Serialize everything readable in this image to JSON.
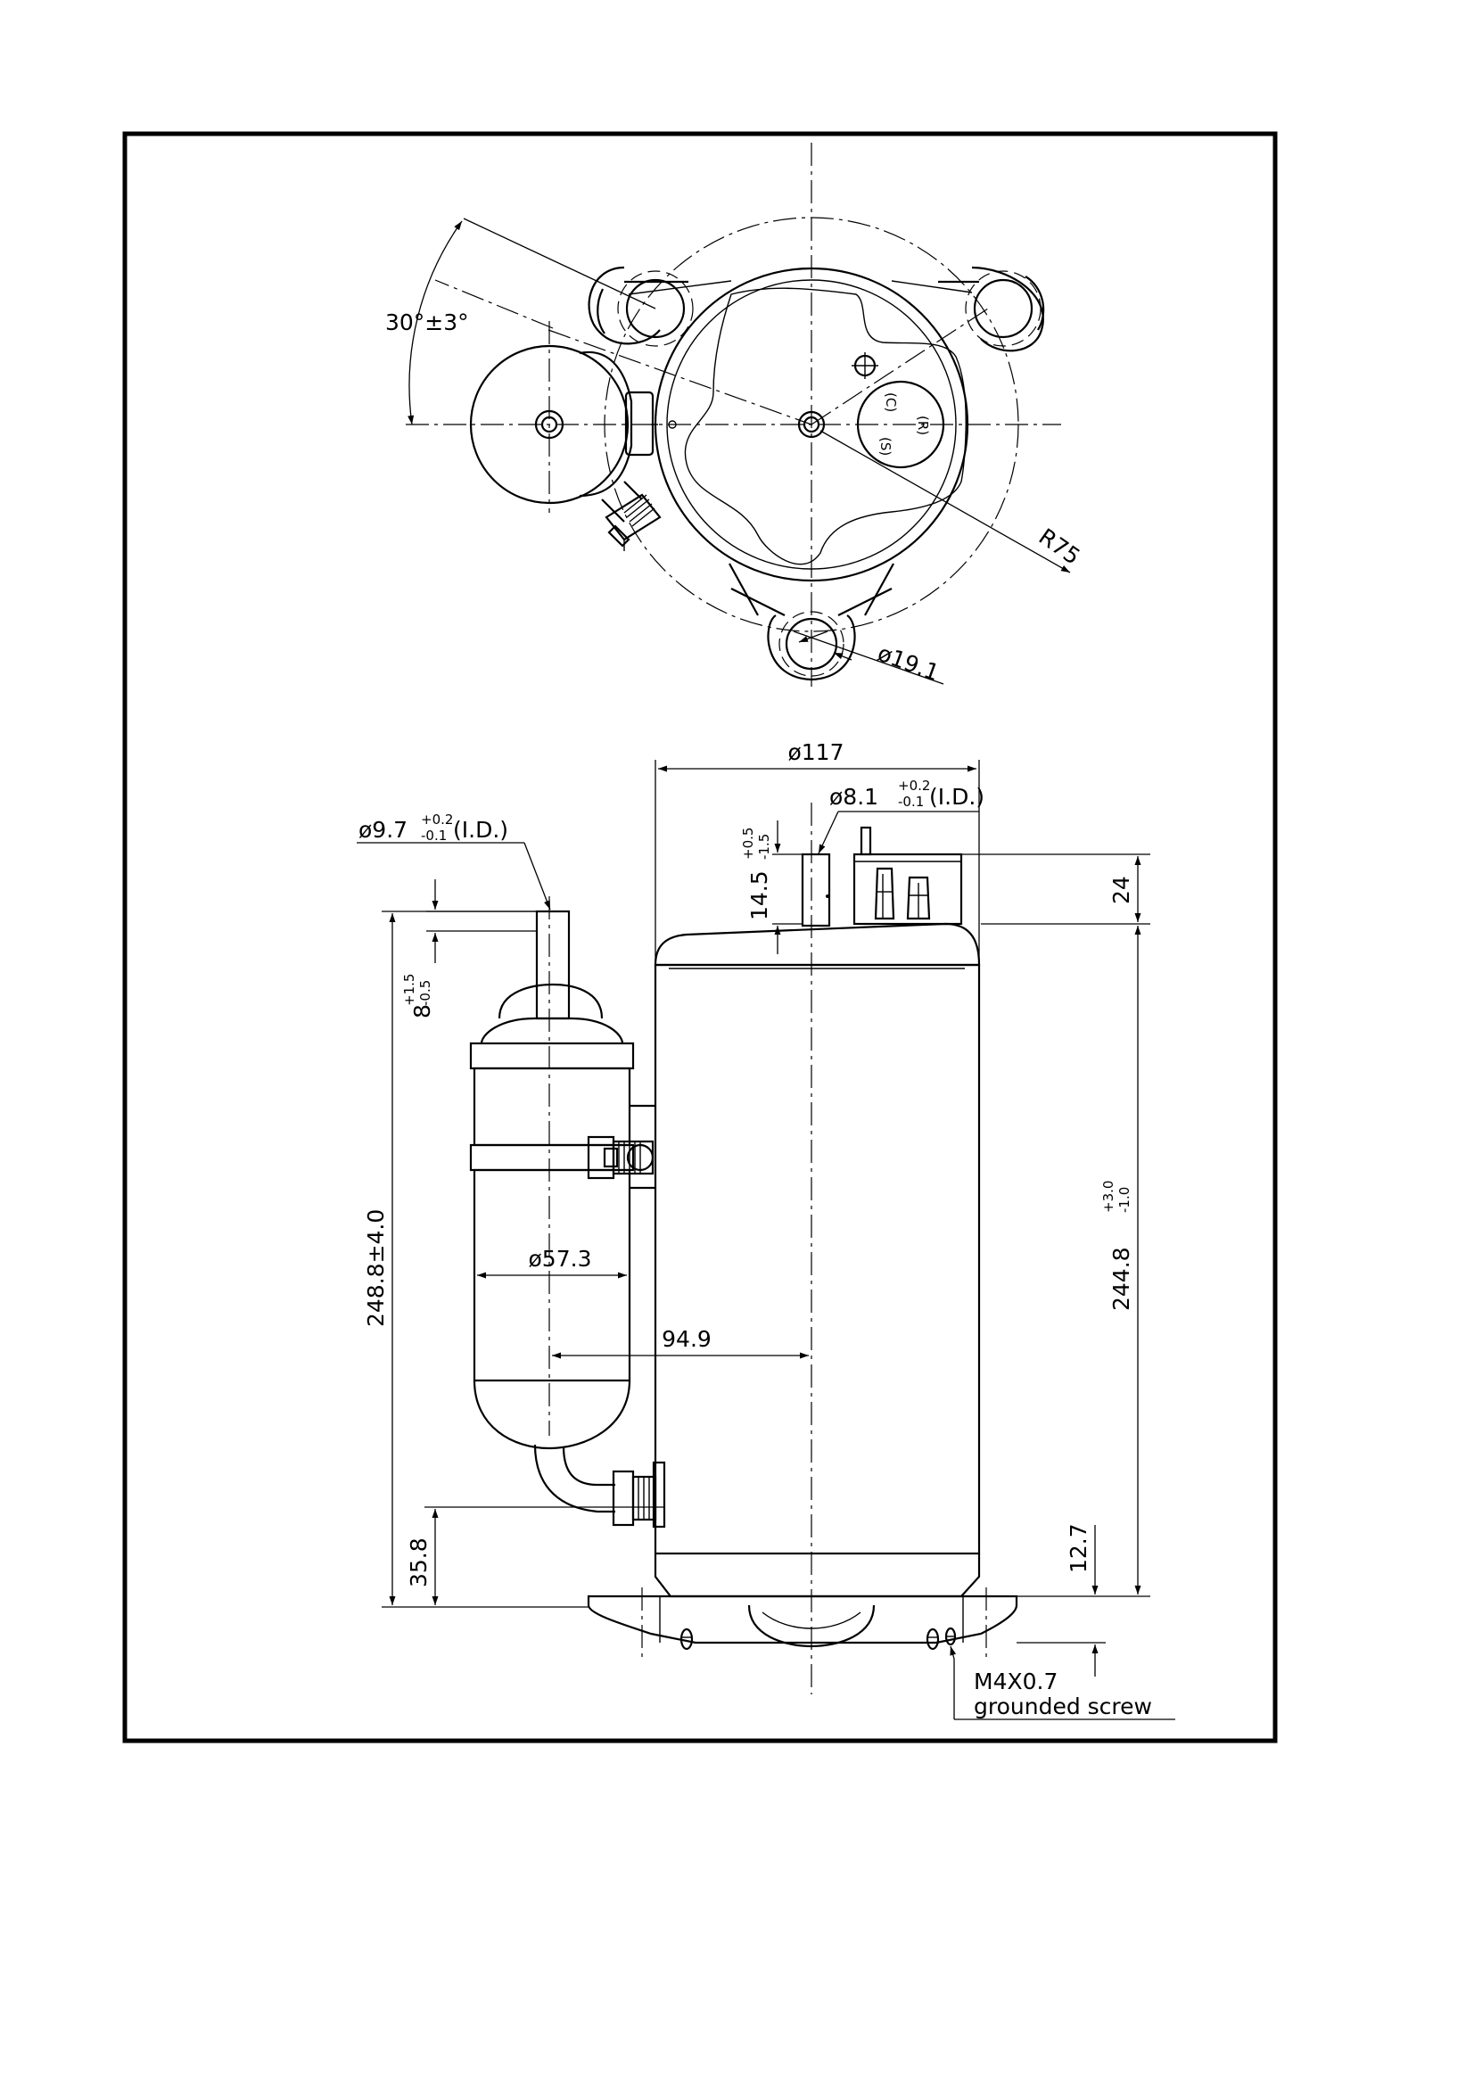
{
  "dimensions": {
    "top_angle": "30°±3°",
    "radius": "R75",
    "mount_hole": "ø19.1",
    "body_diameter": "ø117",
    "discharge_tube_main": "ø8.1",
    "discharge_tube_tol_upper": "+0.2",
    "discharge_tube_tol_lower": "-0.1",
    "discharge_tube_note": "(I.D.)",
    "suction_tube_main": "ø9.7",
    "suction_tube_tol_upper": "+0.2",
    "suction_tube_tol_lower": "-0.1",
    "suction_tube_note": "(I.D.)",
    "tube_length_main": "14.5",
    "tube_length_tol_upper": "+0.5",
    "tube_length_tol_lower": "-1.5",
    "suction_protrusion_main": "8",
    "suction_protrusion_tol_upper": "+1.5",
    "suction_protrusion_tol_lower": "-0.5",
    "terminal_height": "24",
    "body_height_main": "244.8",
    "body_height_tol_upper": "+3.0",
    "body_height_tol_lower": "-1.0",
    "overall_height": "248.8±4.0",
    "accumulator_diameter": "ø57.3",
    "accumulator_offset": "94.9",
    "inlet_height": "35.8",
    "foot_height": "12.7"
  },
  "notes": {
    "screw_line1": "M4X0.7",
    "screw_line2": "grounded screw"
  },
  "terminal_labels": [
    "(C)",
    "(S)",
    "(R)"
  ]
}
